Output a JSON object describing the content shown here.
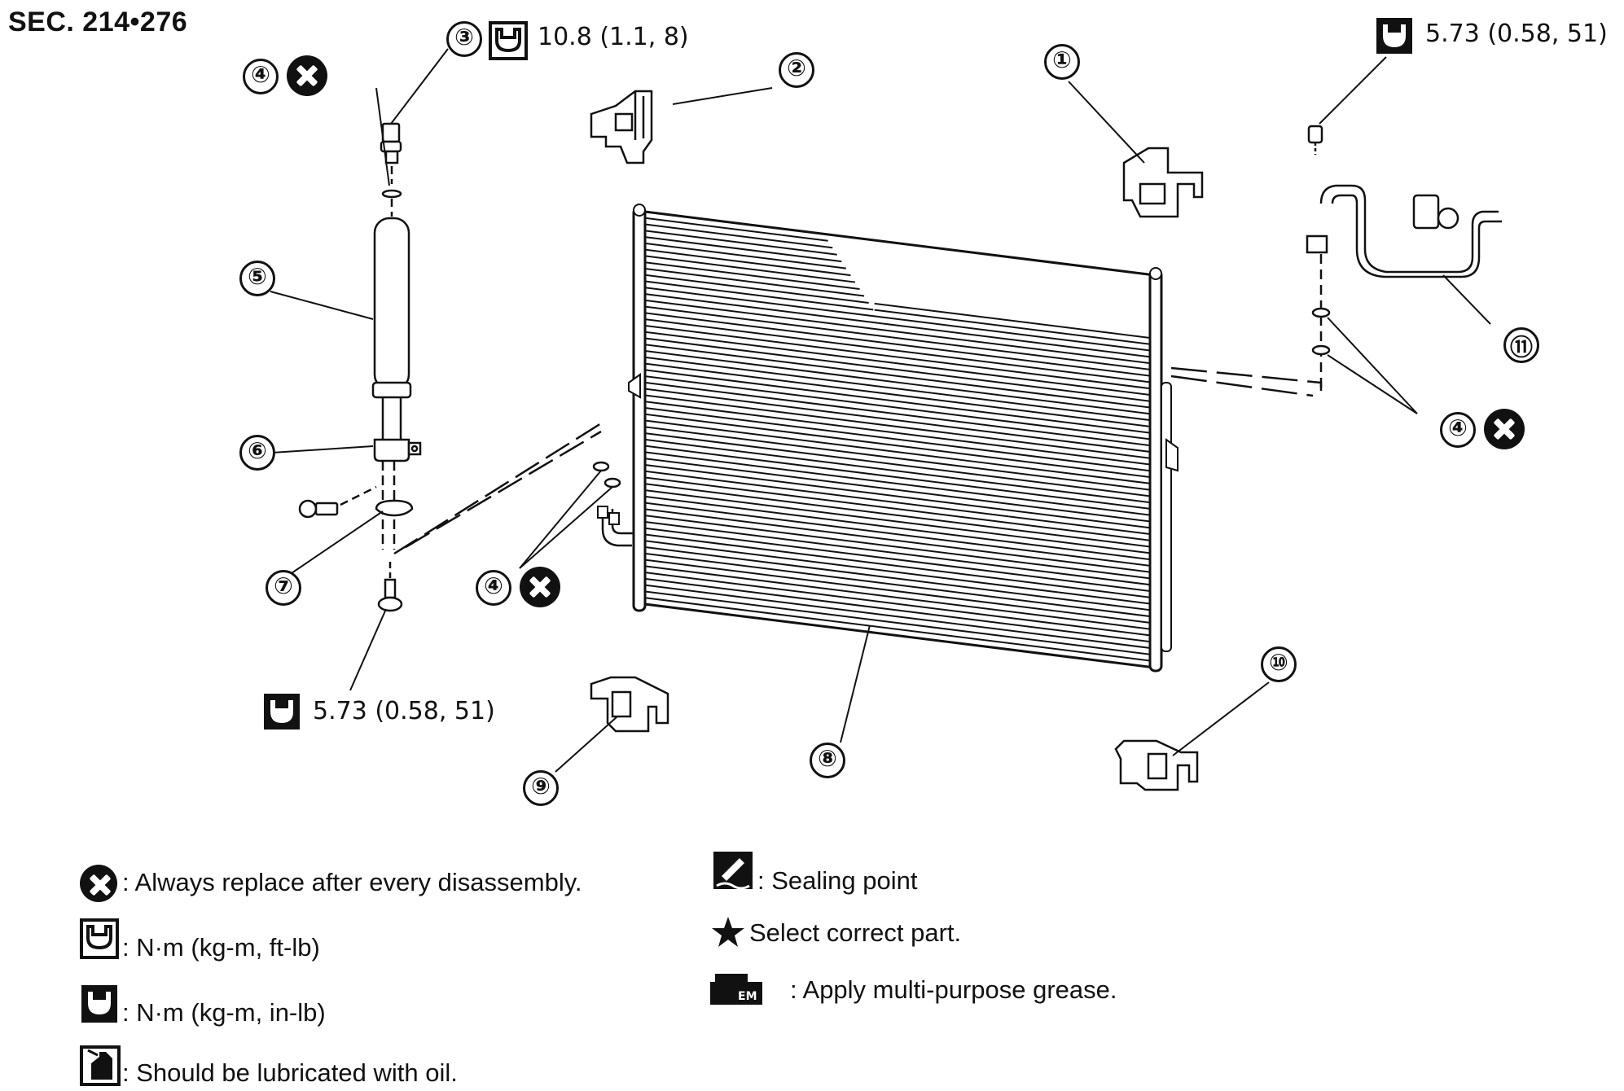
{
  "section": "SEC. 214•276",
  "torque_specs": {
    "item3": "10.8 (1.1, 8)",
    "top_right": "5.73 (0.58, 51)",
    "bottom_left": "5.73 (0.58, 51)"
  },
  "callouts": [
    "①",
    "②",
    "③",
    "④",
    "⑤",
    "⑥",
    "⑦",
    "⑧",
    "⑨",
    "⑩",
    "⑪"
  ],
  "legend": {
    "replace": ": Always replace after every disassembly.",
    "nm_ftlb": ": N·m (kg-m, ft-lb)",
    "nm_inlb": ": N·m (kg-m, in-lb)",
    "oil": ": Should be lubricated with oil.",
    "sealing": ": Sealing point",
    "select": "Select correct part.",
    "grease": ": Apply multi-purpose grease."
  },
  "icons": {
    "replace": "x-circle-icon",
    "torque_open": "wrench-outline-icon",
    "torque_filled": "wrench-filled-icon",
    "oil": "oil-can-icon",
    "sealing": "sealing-icon",
    "star": "star-icon",
    "grease": "grease-icon"
  },
  "colors": {
    "ink": "#111111",
    "paper": "#ffffff"
  }
}
